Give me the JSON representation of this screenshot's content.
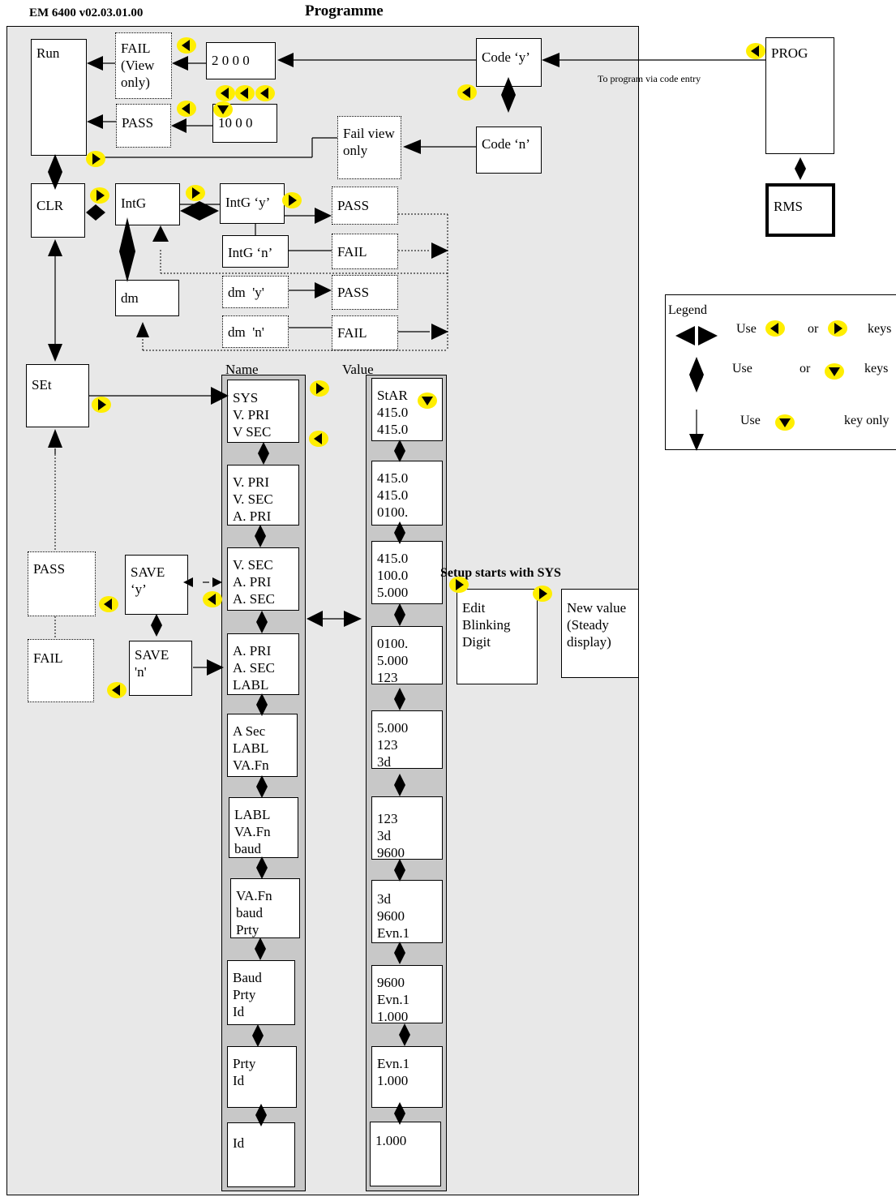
{
  "header": {
    "version": "EM 6400 v02.03.01.00",
    "title": "Programme"
  },
  "top": {
    "run": "Run",
    "fail_view": "FAIL\n(View\nonly)",
    "code_2000": "2 0 0 0",
    "pass": "PASS",
    "code_1000": "10 0 0",
    "code_y": "Code ‘y’",
    "code_n": "Code ‘n’",
    "fail_view_only": "Fail view\nonly",
    "prog": "PROG",
    "prog_note": "To program via code entry",
    "rms": "RMS"
  },
  "clr_section": {
    "clr": "CLR",
    "intg": "IntG",
    "intg_y": "IntG ‘y’",
    "intg_y_pass": "PASS",
    "intg_n": "IntG ‘n’",
    "intg_n_fail": "FAIL",
    "dm": "dm",
    "dm_y": "dm  'y'",
    "dm_y_pass": "PASS",
    "dm_n": "dm  'n'",
    "dm_n_fail": "FAIL"
  },
  "setup": {
    "set": "SEt",
    "pass": "PASS",
    "fail": "FAIL",
    "save_y": "SAVE\n‘y’",
    "save_n": "SAVE\n'n'",
    "name_header": "Name",
    "value_header": "Value",
    "names": [
      "SYS\nV. PRI\nV SEC",
      "V. PRI\nV. SEC\nA. PRI",
      "V. SEC\nA. PRI\nA. SEC",
      "A. PRI\nA. SEC\nLABL",
      "A Sec\nLABL\nVA.Fn",
      "LABL\nVA.Fn\nbaud",
      "VA.Fn\nbaud\nPrty",
      "Baud\nPrty\nId",
      "Prty\nId",
      "Id"
    ],
    "values": [
      "StAR\n415.0\n415.0",
      "415.0\n415.0\n0100.",
      "415.0\n100.0\n5.000",
      "0100.\n5.000\n123",
      "5.000\n123\n3d",
      "123\n3d\n9600",
      "3d\n9600\nEvn.1",
      "9600\nEvn.1\n1.000",
      "Evn.1\n1.000",
      "1.000"
    ],
    "setup_note": "Setup starts with SYS",
    "edit": "Edit\nBlinking\nDigit",
    "new_value": "New value\n(Steady\ndisplay)"
  },
  "legend": {
    "title": "Legend",
    "row1": {
      "use": "Use",
      "or": "or",
      "keys": "keys"
    },
    "row2": {
      "use": "Use",
      "or": "or",
      "keys": "keys"
    },
    "row3": {
      "use": "Use",
      "keys": "key only"
    }
  },
  "colors": {
    "panel": "#e8e8e8",
    "column": "#c8c8c8",
    "key": "#ffee00"
  }
}
